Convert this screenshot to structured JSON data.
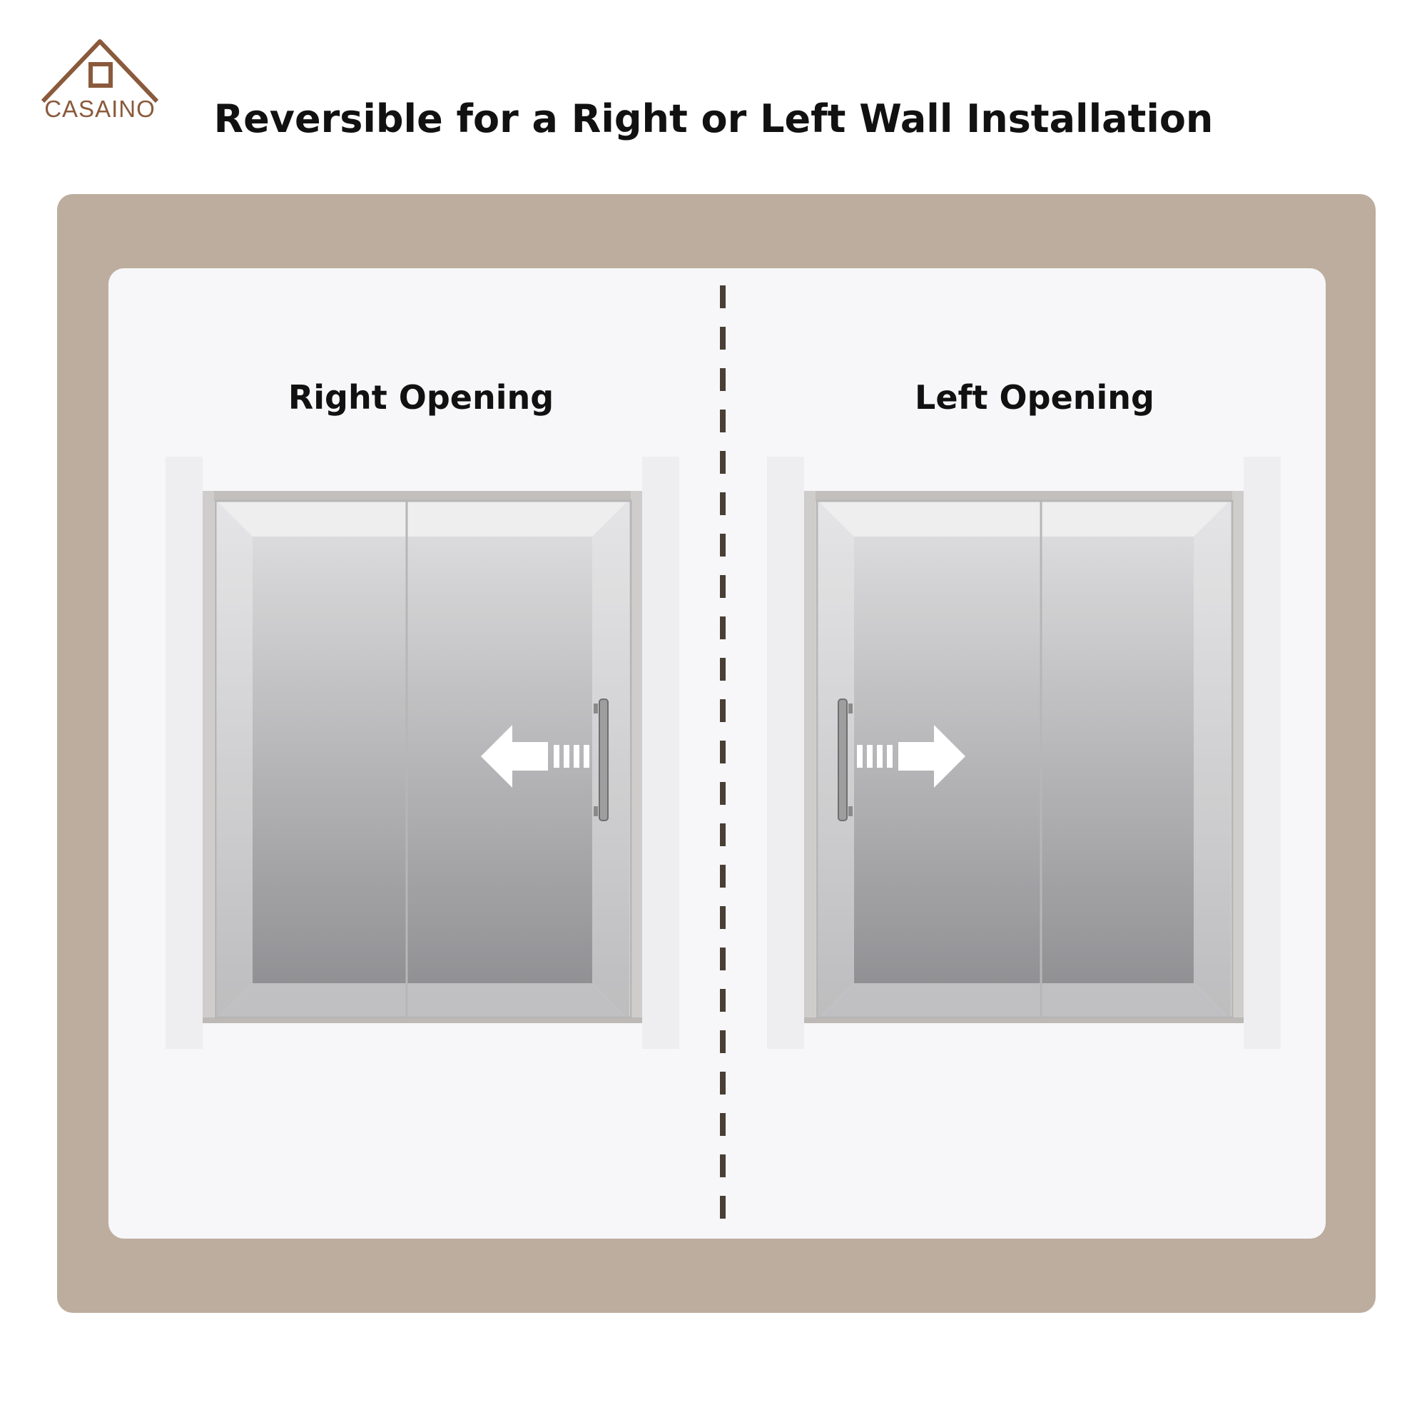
{
  "brand": {
    "logo_text": "CASAINO",
    "logo_color": "#8a5a3c"
  },
  "headline": "Reversible for a Right or Left Wall Installation",
  "colors": {
    "frame": "#bdad9e",
    "panel": "#f7f7f9",
    "divider": "#4a3f35"
  },
  "options": [
    {
      "label": "Right Opening",
      "arrow_direction": "left",
      "handle_side": "right"
    },
    {
      "label": "Left Opening",
      "arrow_direction": "right",
      "handle_side": "left"
    }
  ],
  "icons": [
    "house-logo-icon",
    "arrow-left-icon",
    "arrow-right-icon"
  ]
}
